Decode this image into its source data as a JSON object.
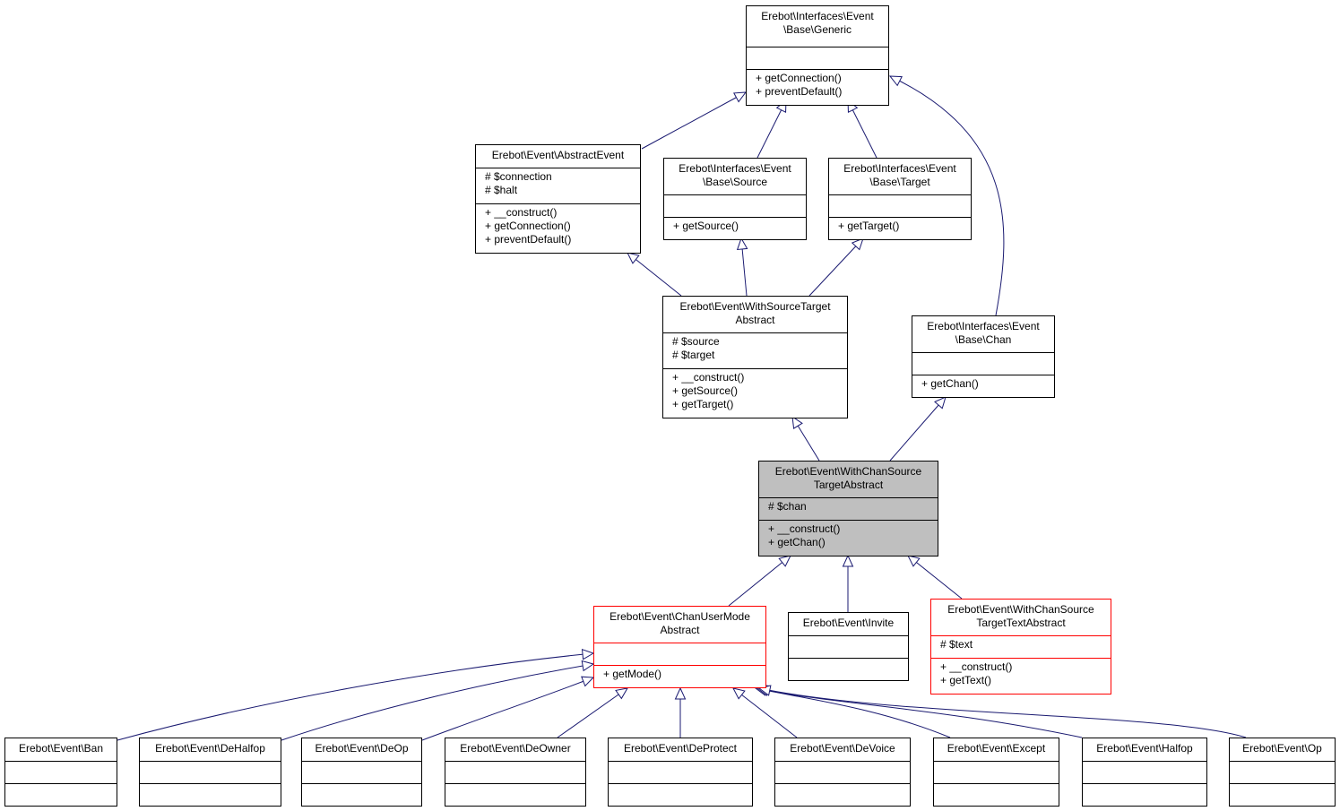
{
  "classes": {
    "generic": {
      "name": [
        "Erebot\\Interfaces\\Event",
        "\\Base\\Generic"
      ],
      "attrs": [],
      "ops": [
        "+ getConnection()",
        "+ preventDefault()"
      ]
    },
    "abstractEvent": {
      "name": [
        "Erebot\\Event\\AbstractEvent"
      ],
      "attrs": [
        "# $connection",
        "# $halt"
      ],
      "ops": [
        "+ __construct()",
        "+ getConnection()",
        "+ preventDefault()"
      ]
    },
    "source": {
      "name": [
        "Erebot\\Interfaces\\Event",
        "\\Base\\Source"
      ],
      "attrs": [],
      "ops": [
        "+ getSource()"
      ]
    },
    "target": {
      "name": [
        "Erebot\\Interfaces\\Event",
        "\\Base\\Target"
      ],
      "attrs": [],
      "ops": [
        "+ getTarget()"
      ]
    },
    "withSourceTarget": {
      "name": [
        "Erebot\\Event\\WithSourceTarget",
        "Abstract"
      ],
      "attrs": [
        "# $source",
        "# $target"
      ],
      "ops": [
        "+ __construct()",
        "+ getSource()",
        "+ getTarget()"
      ]
    },
    "chan": {
      "name": [
        "Erebot\\Interfaces\\Event",
        "\\Base\\Chan"
      ],
      "attrs": [],
      "ops": [
        "+ getChan()"
      ]
    },
    "withChanSourceTarget": {
      "name": [
        "Erebot\\Event\\WithChanSource",
        "TargetAbstract"
      ],
      "attrs": [
        "# $chan"
      ],
      "ops": [
        "+ __construct()",
        "+ getChan()"
      ]
    },
    "chanUserMode": {
      "name": [
        "Erebot\\Event\\ChanUserMode",
        "Abstract"
      ],
      "attrs": [],
      "ops": [
        "+ getMode()"
      ]
    },
    "invite": {
      "name": [
        "Erebot\\Event\\Invite"
      ],
      "attrs": [],
      "ops": []
    },
    "textAbstract": {
      "name": [
        "Erebot\\Event\\WithChanSource",
        "TargetTextAbstract"
      ],
      "attrs": [
        "# $text"
      ],
      "ops": [
        "+ __construct()",
        "+ getText()"
      ]
    },
    "ban": {
      "name": [
        "Erebot\\Event\\Ban"
      ],
      "attrs": [],
      "ops": []
    },
    "deHalfop": {
      "name": [
        "Erebot\\Event\\DeHalfop"
      ],
      "attrs": [],
      "ops": []
    },
    "deOp": {
      "name": [
        "Erebot\\Event\\DeOp"
      ],
      "attrs": [],
      "ops": []
    },
    "deOwner": {
      "name": [
        "Erebot\\Event\\DeOwner"
      ],
      "attrs": [],
      "ops": []
    },
    "deProtect": {
      "name": [
        "Erebot\\Event\\DeProtect"
      ],
      "attrs": [],
      "ops": []
    },
    "deVoice": {
      "name": [
        "Erebot\\Event\\DeVoice"
      ],
      "attrs": [],
      "ops": []
    },
    "except": {
      "name": [
        "Erebot\\Event\\Except"
      ],
      "attrs": [],
      "ops": []
    },
    "halfop": {
      "name": [
        "Erebot\\Event\\Halfop"
      ],
      "attrs": [],
      "ops": []
    },
    "op": {
      "name": [
        "Erebot\\Event\\Op"
      ],
      "attrs": [],
      "ops": []
    }
  },
  "colors": {
    "edge": "#191970",
    "highlight": "#bfbfbf",
    "incomplete_border": "#ff0000"
  }
}
